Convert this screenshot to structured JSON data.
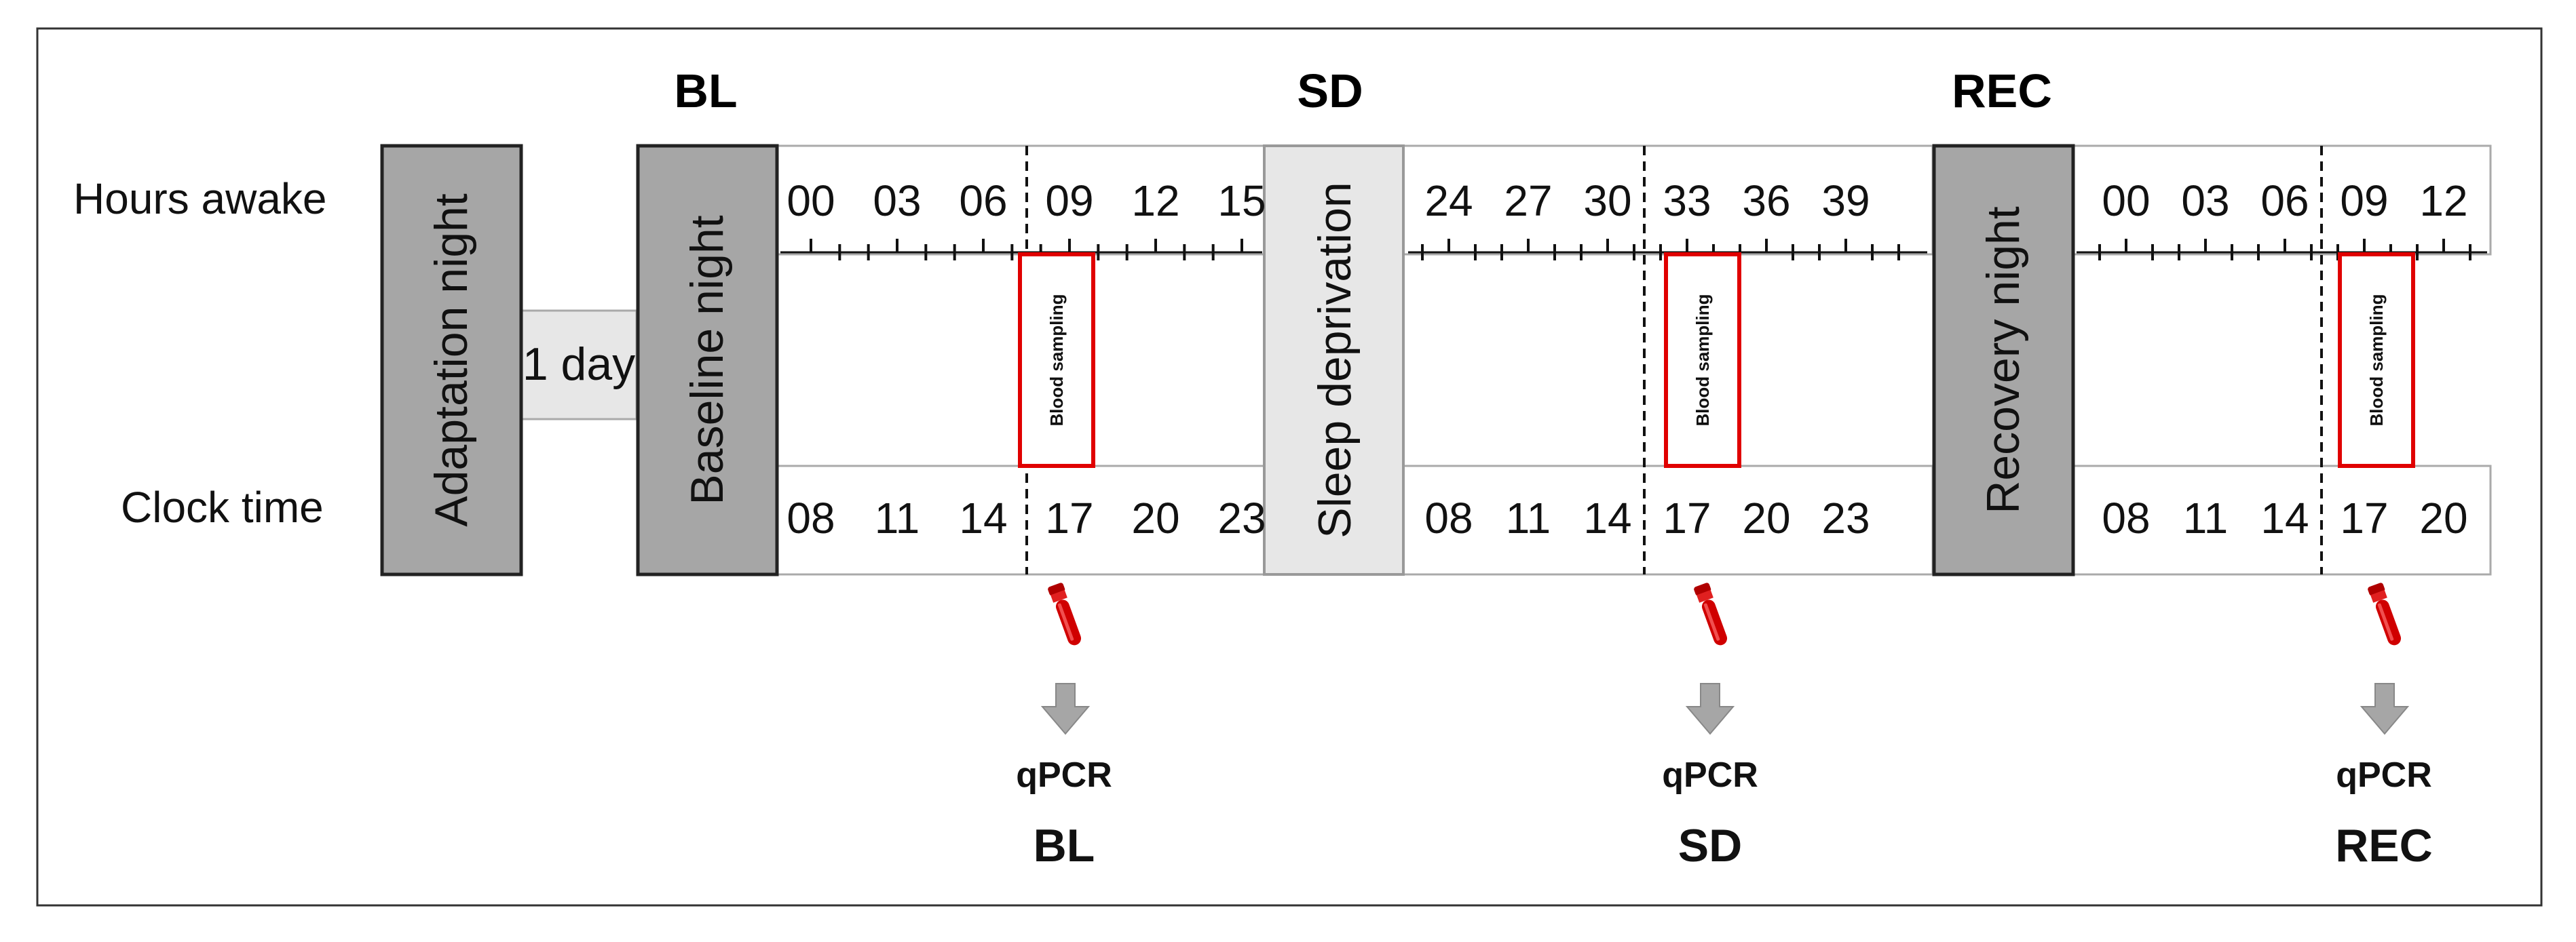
{
  "headers": {
    "bl": "BL",
    "sd": "SD",
    "rec": "REC"
  },
  "row_labels": {
    "hours_awake": "Hours awake",
    "clock_time": "Clock time"
  },
  "boxes": {
    "adaptation": "Adaptation night",
    "one_day": "1 day",
    "baseline": "Baseline night",
    "sleep_deprivation": "Sleep deprivation",
    "recovery": "Recovery night"
  },
  "segments": [
    {
      "hours": [
        "00",
        "03",
        "06",
        "09",
        "12",
        "15"
      ],
      "clock": [
        "08",
        "11",
        "14",
        "17",
        "20",
        "23"
      ]
    },
    {
      "hours": [
        "24",
        "27",
        "30",
        "33",
        "36",
        "39"
      ],
      "clock": [
        "08",
        "11",
        "14",
        "17",
        "20",
        "23"
      ]
    },
    {
      "hours": [
        "00",
        "03",
        "06",
        "09",
        "12"
      ],
      "clock": [
        "08",
        "11",
        "14",
        "17",
        "20"
      ]
    }
  ],
  "blood_sampling": "Blood sampling",
  "qpcr": "qPCR",
  "outcomes": [
    "BL",
    "SD",
    "REC"
  ],
  "colors": {
    "dark_box": "#a6a6a6",
    "light_box": "#e7e7e7",
    "sampling_red": "#e00000",
    "arrow_gray": "#a6a6a6"
  },
  "icons": [
    "blood-tube-icon",
    "down-arrow-icon"
  ]
}
